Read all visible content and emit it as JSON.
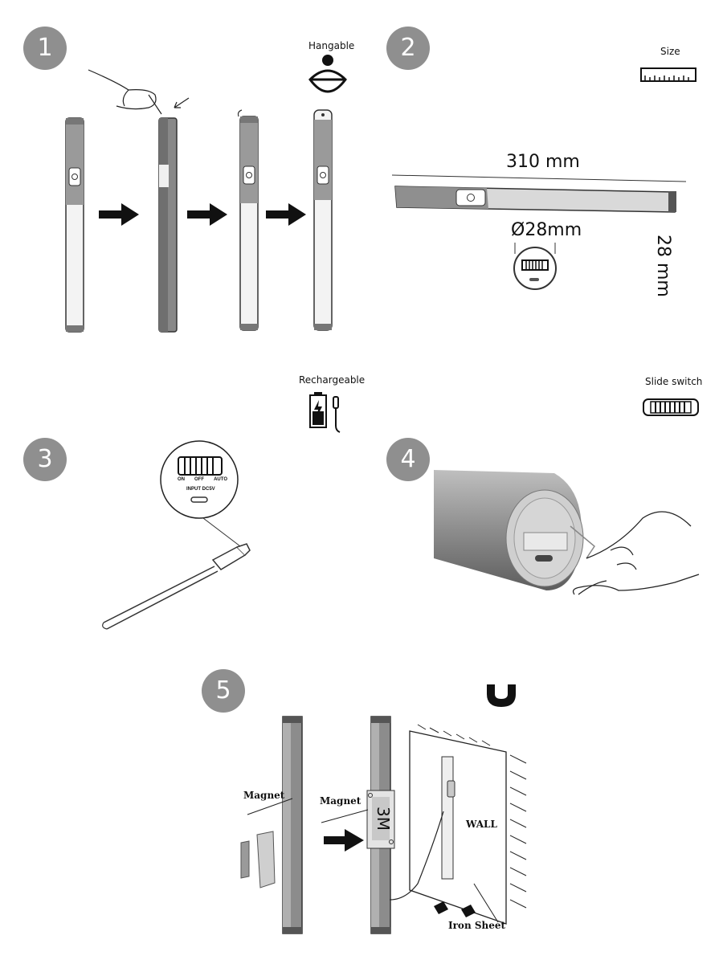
{
  "steps": [
    "1",
    "2",
    "3",
    "4",
    "5"
  ],
  "icons": {
    "hangable": "Hangable",
    "size": "Size",
    "rechargeable": "Rechargeable",
    "slide_switch": "Slide switch"
  },
  "dimensions": {
    "length": "310 mm",
    "diameter": "Ø28mm",
    "height": "28 mm"
  },
  "switch_labels": {
    "on": "ON",
    "off": "OFF",
    "auto": "AUTO",
    "input": "INPUT DC5V"
  },
  "mounting": {
    "magnet_left": "Magnet",
    "magnet_mid": "Magnet",
    "tape": "3M",
    "wall": "WALL",
    "iron_sheet": "Iron Sheet"
  }
}
